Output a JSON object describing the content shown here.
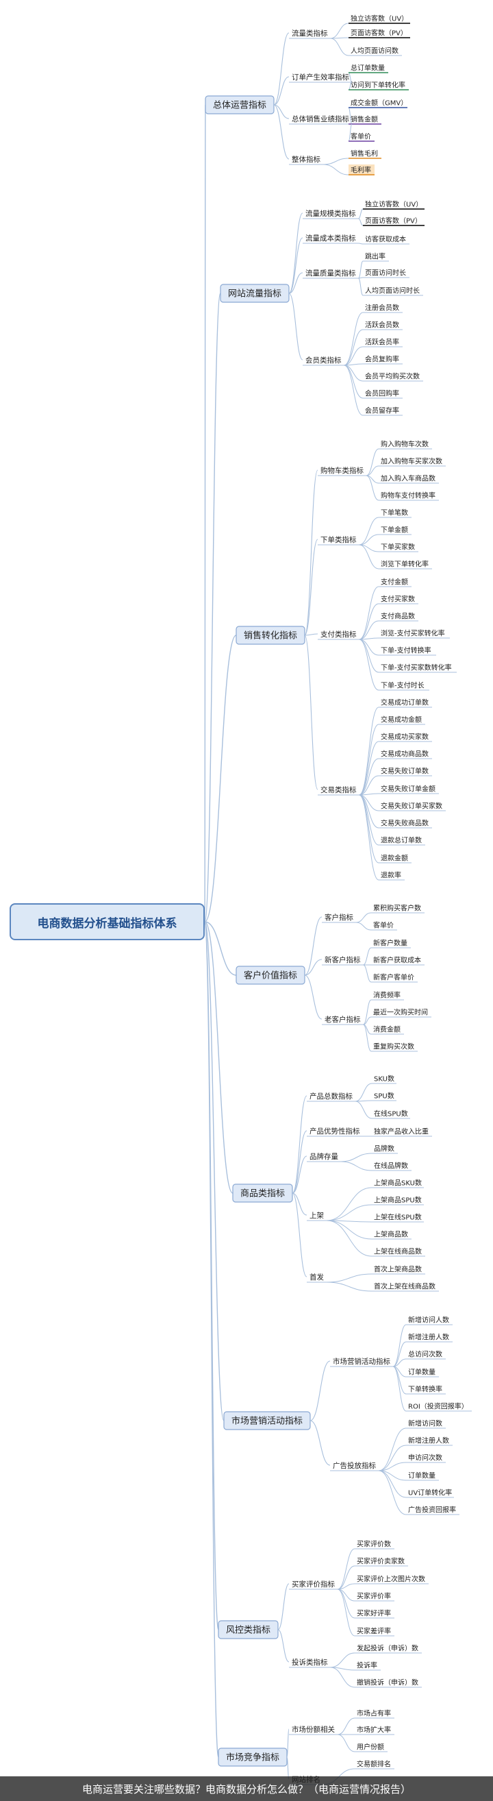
{
  "root": "电商数据分析基础指标体系",
  "caption": "电商运营要关注哪些数据？电商数据分析怎么做？（电商运营情况报告）",
  "colors": {
    "root_border": "#5b86bf",
    "root_fill": "#dce8f6",
    "branch_border": "#8ba9d3",
    "branch_fill": "#dfe9f7",
    "line": "#a8bfdc"
  },
  "categories": [
    {
      "label": "总体运营指标",
      "groups": [
        {
          "label": "流量类指标",
          "items": [
            {
              "t": "独立访客数（UV）",
              "c": "#000"
            },
            {
              "t": "页面访客数（PV）",
              "c": "#000"
            },
            {
              "t": "人均页面访问数"
            }
          ]
        },
        {
          "label": "订单产生效率指标",
          "items": [
            {
              "t": "总订单数量",
              "c": "#2e8b57"
            },
            {
              "t": "访问到下单转化率",
              "c": "#2e8b57"
            }
          ]
        },
        {
          "label": "总体销售业绩指标",
          "items": [
            {
              "t": "成交金额（GMV）",
              "c": "#3050a0"
            },
            {
              "t": "销售金额",
              "c": "#6a3fa0"
            },
            {
              "t": "客单价",
              "c": "#6a3fa0"
            }
          ]
        },
        {
          "label": "整体指标",
          "items": [
            {
              "t": "销售毛利",
              "c": "#e08a1e"
            },
            {
              "t": "毛利率",
              "c": "#e08a1e",
              "fill": "#fbe2bf"
            }
          ]
        }
      ]
    },
    {
      "label": "网站流量指标",
      "groups": [
        {
          "label": "流量规模类指标",
          "items": [
            {
              "t": "独立访客数（UV）",
              "c": "#000"
            },
            {
              "t": "页面访客数（PV）",
              "c": "#000"
            }
          ]
        },
        {
          "label": "流量成本类指标",
          "items": [
            {
              "t": "访客获取成本"
            }
          ]
        },
        {
          "label": "流量质量类指标",
          "items": [
            {
              "t": "跳出率"
            },
            {
              "t": "页面访问时长"
            },
            {
              "t": "人均页面访问时长"
            }
          ]
        },
        {
          "label": "会员类指标",
          "items": [
            {
              "t": "注册会员数"
            },
            {
              "t": "活跃会员数"
            },
            {
              "t": "活跃会员率"
            },
            {
              "t": "会员复购率"
            },
            {
              "t": "会员平均购买次数"
            },
            {
              "t": "会员回购率"
            },
            {
              "t": "会员留存率"
            }
          ]
        }
      ]
    },
    {
      "label": "销售转化指标",
      "groups": [
        {
          "label": "购物车类指标",
          "items": [
            {
              "t": "购入购物车次数"
            },
            {
              "t": "加入购物车买家次数"
            },
            {
              "t": "加入购入车商品数"
            },
            {
              "t": "购物车支付转换率"
            }
          ]
        },
        {
          "label": "下单类指标",
          "items": [
            {
              "t": "下单笔数"
            },
            {
              "t": "下单金额"
            },
            {
              "t": "下单买家数"
            },
            {
              "t": "浏览下单转化率"
            }
          ]
        },
        {
          "label": "支付类指标",
          "items": [
            {
              "t": "支付金额"
            },
            {
              "t": "支付买家数"
            },
            {
              "t": "支付商品数"
            },
            {
              "t": "浏览-支付买家转化率"
            },
            {
              "t": "下单-支付转换率"
            },
            {
              "t": "下单-支付买家数转化率"
            },
            {
              "t": "下单-支付时长"
            }
          ]
        },
        {
          "label": "交易类指标",
          "items": [
            {
              "t": "交易成功订单数"
            },
            {
              "t": "交易成功金额"
            },
            {
              "t": "交易成功买家数"
            },
            {
              "t": "交易成功商品数"
            },
            {
              "t": "交易失败订单数"
            },
            {
              "t": "交易失败订单金额"
            },
            {
              "t": "交易失败订单买家数"
            },
            {
              "t": "交易失败商品数"
            },
            {
              "t": "退款总订单数"
            },
            {
              "t": "退款金额"
            },
            {
              "t": "退款率"
            }
          ]
        }
      ]
    },
    {
      "label": "客户价值指标",
      "groups": [
        {
          "label": "客户指标",
          "items": [
            {
              "t": "累积购买客户数"
            },
            {
              "t": "客单价"
            }
          ]
        },
        {
          "label": "新客户指标",
          "items": [
            {
              "t": "新客户数量"
            },
            {
              "t": "新客户获取成本"
            },
            {
              "t": "新客户客单价"
            }
          ]
        },
        {
          "label": "老客户指标",
          "items": [
            {
              "t": "消费频率"
            },
            {
              "t": "最近一次购买时间"
            },
            {
              "t": "消费金额"
            },
            {
              "t": "重复购买次数"
            }
          ]
        }
      ]
    },
    {
      "label": "商品类指标",
      "groups": [
        {
          "label": "产品总数指标",
          "items": [
            {
              "t": "SKU数"
            },
            {
              "t": "SPU数"
            },
            {
              "t": "在线SPU数"
            }
          ]
        },
        {
          "label": "产品优势性指标",
          "items": [
            {
              "t": "独家产品收入比重"
            }
          ]
        },
        {
          "label": "品牌存量",
          "items": [
            {
              "t": "品牌数"
            },
            {
              "t": "在线品牌数"
            }
          ]
        },
        {
          "label": "上架",
          "items": [
            {
              "t": "上架商品SKU数"
            },
            {
              "t": "上架商品SPU数"
            },
            {
              "t": "上架在线SPU数"
            },
            {
              "t": "上架商品数"
            },
            {
              "t": "上架在线商品数"
            }
          ]
        },
        {
          "label": "首发",
          "items": [
            {
              "t": "首次上架商品数"
            },
            {
              "t": "首次上架在线商品数"
            }
          ]
        }
      ]
    },
    {
      "label": "市场营销活动指标",
      "groups": [
        {
          "label": "市场营销活动指标",
          "items": [
            {
              "t": "新增访问人数"
            },
            {
              "t": "新增注册人数"
            },
            {
              "t": "总访问次数"
            },
            {
              "t": "订单数量"
            },
            {
              "t": "下单转换率"
            },
            {
              "t": "ROI（投资回报率）"
            }
          ]
        },
        {
          "label": "广告投放指标",
          "items": [
            {
              "t": "新增访问数"
            },
            {
              "t": "新增注册人数"
            },
            {
              "t": "申访问次数"
            },
            {
              "t": "订单数量"
            },
            {
              "t": "UV订单转化率"
            },
            {
              "t": "广告投资回报率"
            }
          ]
        }
      ]
    },
    {
      "label": "风控类指标",
      "groups": [
        {
          "label": "买家评价指标",
          "items": [
            {
              "t": "买家评价数"
            },
            {
              "t": "买家评价卖家数"
            },
            {
              "t": "买家评价上次图片次数"
            },
            {
              "t": "买家评价率"
            },
            {
              "t": "买家好评率"
            },
            {
              "t": "买家差评率"
            }
          ]
        },
        {
          "label": "投诉类指标",
          "items": [
            {
              "t": "发起投诉（申诉）数"
            },
            {
              "t": "投诉率"
            },
            {
              "t": "撤销投诉（申诉）数"
            }
          ]
        }
      ]
    },
    {
      "label": "市场竞争指标",
      "groups": [
        {
          "label": "市场份额相关",
          "items": [
            {
              "t": "市场占有率"
            },
            {
              "t": "市场扩大率"
            },
            {
              "t": "用户份额"
            }
          ]
        },
        {
          "label": "网站排名",
          "items": [
            {
              "t": "交易额排名"
            }
          ]
        }
      ]
    }
  ]
}
